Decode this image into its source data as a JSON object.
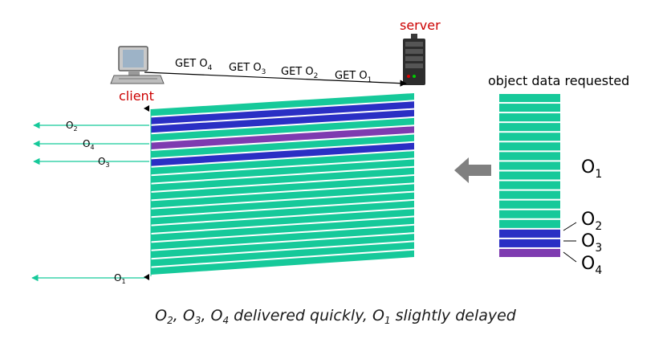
{
  "labels": {
    "server": "server",
    "client": "client",
    "object_data_requested": "object data requested"
  },
  "requests": [
    {
      "text": "GET O",
      "sub": "4"
    },
    {
      "text": "GET O",
      "sub": "3"
    },
    {
      "text": "GET O",
      "sub": "2"
    },
    {
      "text": "GET O",
      "sub": "1"
    }
  ],
  "arrivals": [
    {
      "text": "O",
      "sub": "2"
    },
    {
      "text": "O",
      "sub": "4"
    },
    {
      "text": "O",
      "sub": "3"
    },
    {
      "text": "O",
      "sub": "1"
    }
  ],
  "objects": [
    {
      "text": "O",
      "sub": "1"
    },
    {
      "text": "O",
      "sub": "2"
    },
    {
      "text": "O",
      "sub": "3"
    },
    {
      "text": "O",
      "sub": "4"
    }
  ],
  "caption": {
    "o2": "O",
    "o2_sub": "2",
    "sep1": ", ",
    "o3": "O",
    "o3_sub": "3",
    "sep2": ", ",
    "o4": "O",
    "o4_sub": "4",
    "mid": " delivered quickly, ",
    "o1": "O",
    "o1_sub": "1",
    "end": " slightly delayed"
  },
  "colors": {
    "green": "#16c99a",
    "blue": "#2a2fc4",
    "purple": "#7e3bb0",
    "server_label": "#cc0000",
    "client_label": "#cc0000",
    "arrow_gray": "#808080"
  },
  "stream_sequence": [
    "green",
    "blue",
    "blue",
    "green",
    "purple",
    "green",
    "blue",
    "green",
    "green",
    "green",
    "green",
    "green",
    "green",
    "green",
    "green",
    "green",
    "green",
    "green",
    "green",
    "green"
  ],
  "object_sequence": [
    "green",
    "green",
    "green",
    "green",
    "green",
    "green",
    "green",
    "green",
    "green",
    "green",
    "green",
    "green",
    "green",
    "green",
    "blue",
    "blue",
    "purple"
  ]
}
